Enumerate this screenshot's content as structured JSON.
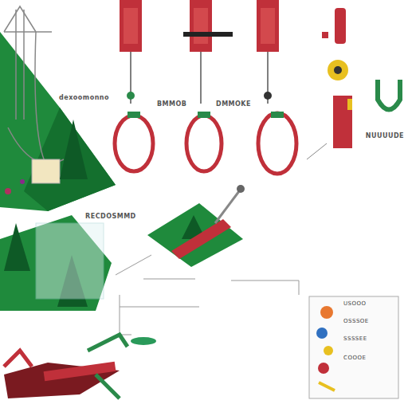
{
  "diagram": {
    "labels": [
      "dexoomonno",
      "BMMOB",
      "DMMOKE",
      "NUUUUDE",
      "RECDOSMMD",
      "USOOO",
      "OSSSOE",
      "SSSSEE",
      "COOOE"
    ]
  }
}
